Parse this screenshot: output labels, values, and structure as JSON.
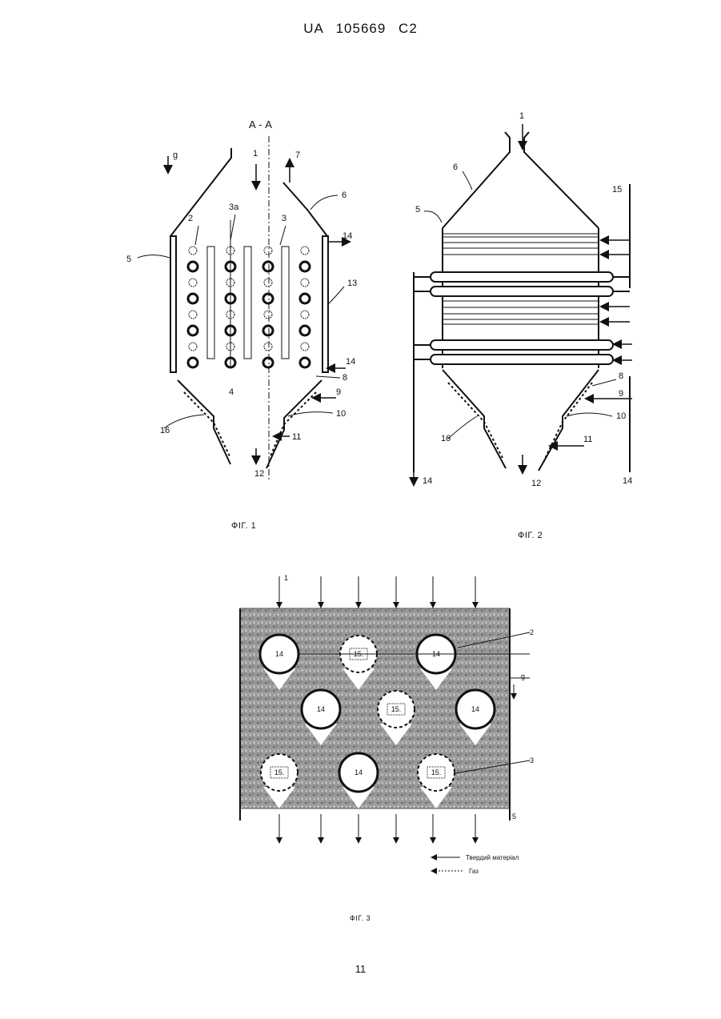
{
  "header": {
    "patent": "UA   105669   C2"
  },
  "page_number": "11",
  "fig1": {
    "caption": "ФІГ. 1",
    "section": "А - А",
    "labels": {
      "g": "g",
      "n1": "1",
      "n7": "7",
      "n6": "6",
      "n3a": "3a",
      "n2": "2",
      "n3": "3",
      "n14a": "14",
      "n5": "5",
      "n13": "13",
      "n14b": "14",
      "n8": "8",
      "n4": "4",
      "n9": "9",
      "n10": "10",
      "n16": "16",
      "n11": "11",
      "n12": "12"
    }
  },
  "fig2": {
    "caption": "ФІГ. 2",
    "labels": {
      "n1": "1",
      "n6": "6",
      "n15": "15",
      "n5": "5",
      "n8": "8",
      "n9": "9",
      "n10": "10",
      "n16": "16",
      "n11": "11",
      "n14a": "14",
      "n12": "12",
      "n14b": "14"
    }
  },
  "fig3": {
    "caption": "ФІГ. 3",
    "labels": {
      "n1": "1",
      "n2": "2",
      "n3": "3",
      "g": "g",
      "n5": "5"
    },
    "tube_label": "14",
    "hot_label": "15.",
    "legend": {
      "solid": "Твердий матеріал",
      "gas": "Газ"
    }
  },
  "colors": {
    "ink": "#111111",
    "texture": "#8c8c8c"
  }
}
